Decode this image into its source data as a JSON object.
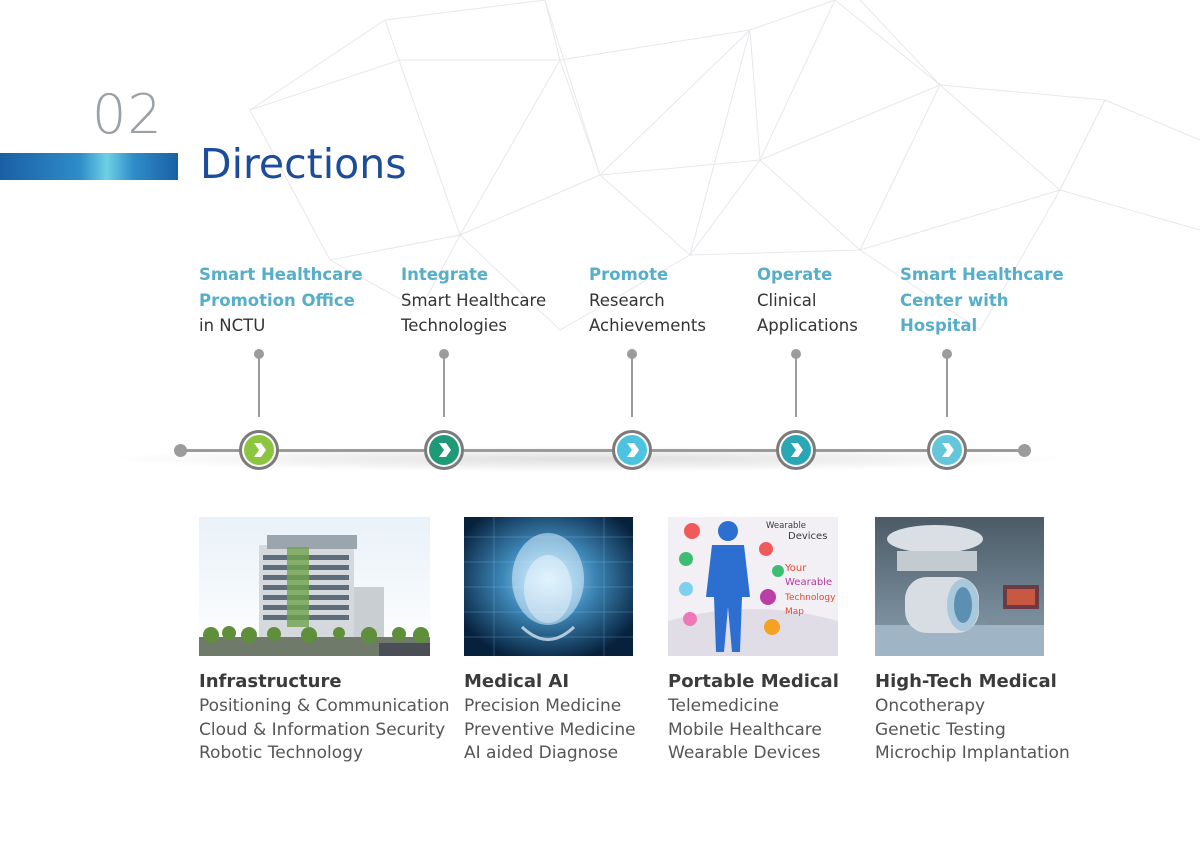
{
  "header": {
    "section_number": "02",
    "title": "Directions"
  },
  "colors": {
    "title_blue": "#1b4d9b",
    "highlight_teal": "#56aec8",
    "node_green": "#8cc63f",
    "node_dark_teal": "#1f9a78",
    "node_cyan": "#4cc3e0",
    "node_teal": "#2aa7b5",
    "node_light_cyan": "#63c6da",
    "timeline_gray": "#9b9b9b"
  },
  "timeline": {
    "steps": [
      {
        "highlight": [
          "Smart Healthcare",
          "Promotion Office"
        ],
        "plain": [
          "in NCTU"
        ],
        "node_color": "#8cc63f",
        "node_icon": "chevron-right-icon"
      },
      {
        "highlight": [
          "Integrate"
        ],
        "plain": [
          "Smart Healthcare",
          "Technologies"
        ],
        "node_color": "#1f9a78",
        "node_icon": "chevron-right-icon"
      },
      {
        "highlight": [
          "Promote"
        ],
        "plain": [
          "Research",
          "Achievements"
        ],
        "node_color": "#4cc3e0",
        "node_icon": "chevron-right-icon"
      },
      {
        "highlight": [
          "Operate"
        ],
        "plain": [
          "Clinical",
          "Applications"
        ],
        "node_color": "#2aa7b5",
        "node_icon": "chevron-right-icon"
      },
      {
        "highlight": [
          "Smart Healthcare",
          "Center with",
          "Hospital"
        ],
        "plain": [],
        "node_color": "#63c6da",
        "node_icon": "chevron-right-icon"
      }
    ]
  },
  "categories": [
    {
      "title": "Infrastructure",
      "items": [
        "Positioning & Communication",
        "Cloud & Information Security",
        "Robotic Technology"
      ],
      "image": "building-photo"
    },
    {
      "title": "Medical AI",
      "items": [
        "Precision Medicine",
        "Preventive Medicine",
        "AI aided Diagnose"
      ],
      "image": "ai-head-photo"
    },
    {
      "title": "Portable Medical",
      "items": [
        "Telemedicine",
        "Mobile Healthcare",
        "Wearable Devices"
      ],
      "image": "wearable-devices-illustration",
      "image_text": {
        "heading_1": "Wearable",
        "heading_2": "Devices",
        "caption_1": "Your",
        "caption_2": "Wearable",
        "caption_3": "Technology",
        "caption_4": "Map"
      }
    },
    {
      "title": "High-Tech Medical",
      "items": [
        "Oncotherapy",
        "Genetic Testing",
        "Microchip Implantation"
      ],
      "image": "medical-machine-photo"
    }
  ]
}
